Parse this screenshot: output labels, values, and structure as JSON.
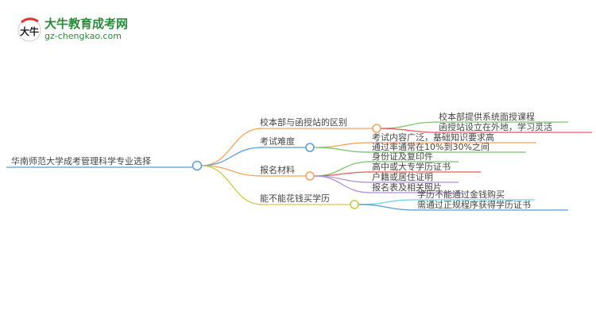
{
  "logo": {
    "name": "大牛教育成考网",
    "url": "gz-chengkao.com",
    "mark": "大牛"
  },
  "root": {
    "label": "华南师范大学成考管理科学专业选择",
    "color": "#5b9bd5"
  },
  "branches": [
    {
      "label": "校本部与函授站的区别",
      "color": "#f5a25d",
      "children": [
        {
          "label": "校本部提供系统面授课程",
          "color": "#7cc36b"
        },
        {
          "label": "函授站设立在外地，学习灵活",
          "color": "#e8575a"
        }
      ]
    },
    {
      "label": "考试难度",
      "color": "#5b9bd5",
      "children": [
        {
          "label": "考试内容广泛，基础知识要求高",
          "color": "#f5a25d"
        },
        {
          "label": "通过率通常在10%到30%之间",
          "color": "#7cc36b"
        }
      ]
    },
    {
      "label": "报名材料",
      "color": "#f5a25d",
      "children": [
        {
          "label": "身份证及复印件",
          "color": "#7cc36b"
        },
        {
          "label": "高中或大专学历证书",
          "color": "#e8575a"
        },
        {
          "label": "户籍或居住证明",
          "color": "#b48ed6"
        },
        {
          "label": "报名表及相关照片",
          "color": "#b48ed6"
        }
      ]
    },
    {
      "label": "能不能花钱买学历",
      "color": "#c9c94a",
      "children": [
        {
          "label": "学历不能通过金钱购买",
          "color": "#6fd3e0"
        },
        {
          "label": "需通过正规程序获得学历证书",
          "color": "#5b9bd5"
        }
      ]
    }
  ]
}
